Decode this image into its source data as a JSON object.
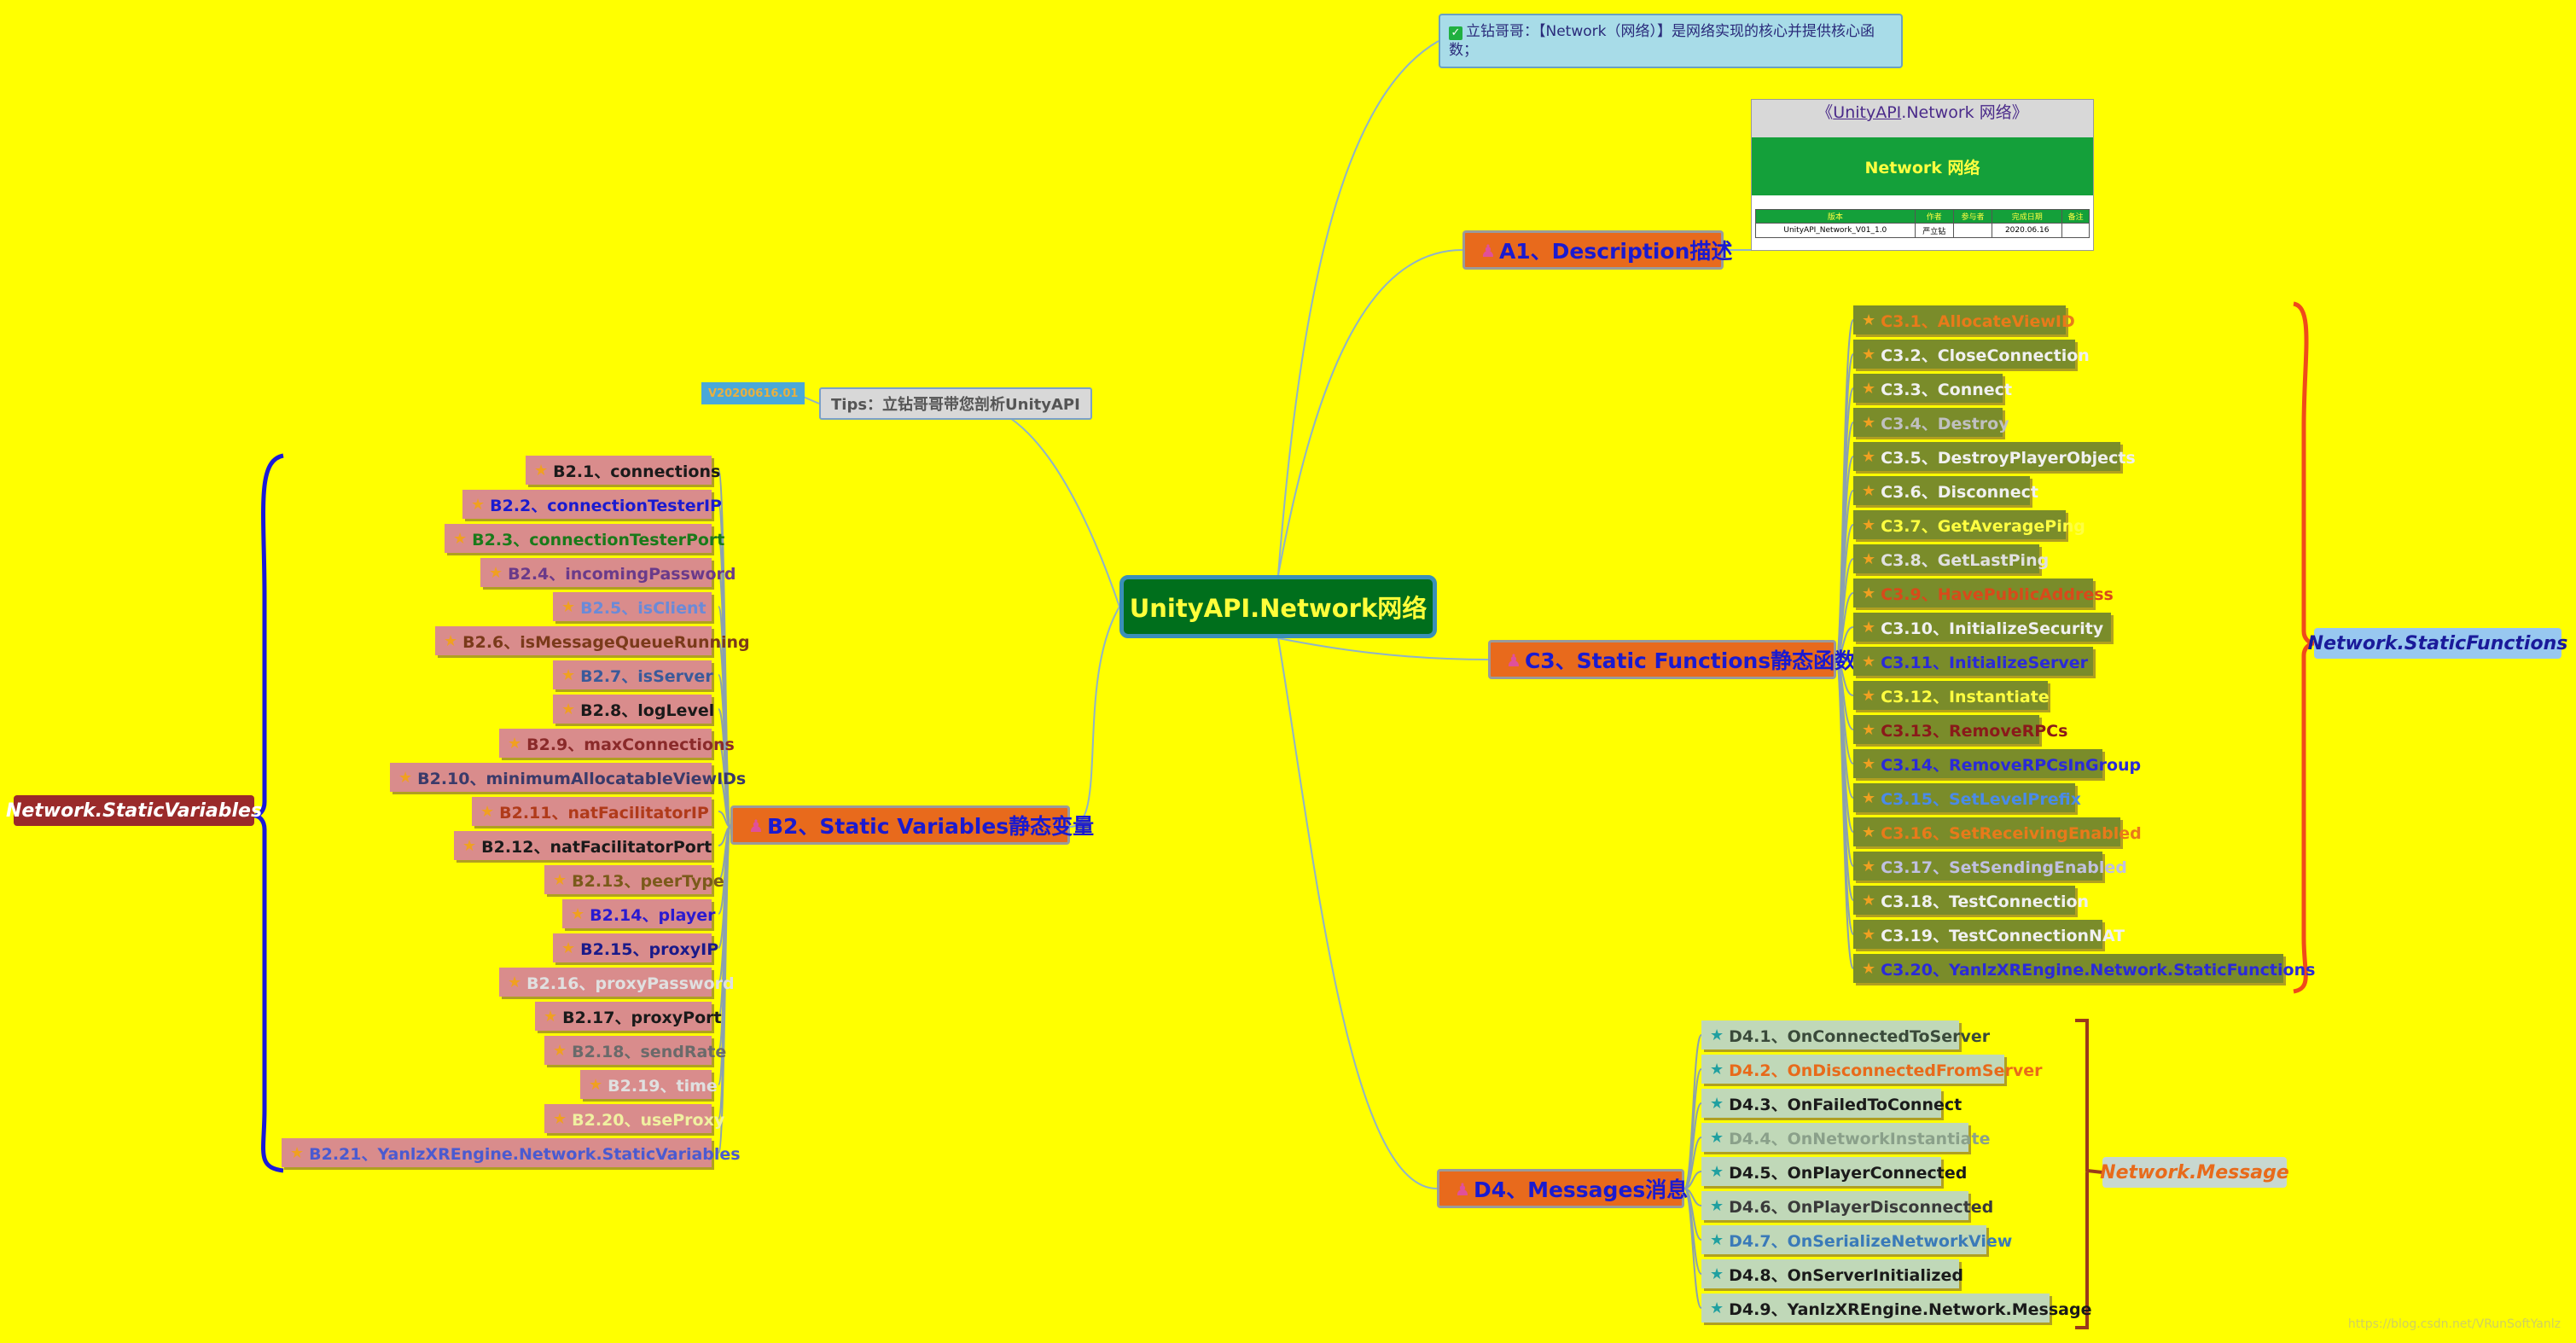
{
  "center": "UnityAPI.Network网络",
  "branches": {
    "a1": "A1、Description描述",
    "b2": "B2、Static Variables静态变量",
    "c3": "C3、Static Functions静态函数",
    "d4": "D4、Messages消息"
  },
  "note": "立钻哥哥：【Network（网络）】是网络实现的核心并提供核心函数；",
  "doc": {
    "title_link": "UnityAPI",
    "title_rest": ".Network 网络》",
    "title_open": "《",
    "band": "Network 网络",
    "table_headers": [
      "版本",
      "作者",
      "参与者",
      "完成日期",
      "备注"
    ],
    "table_row": [
      "UnityAPI_Network_V01_1.0",
      "严立钻",
      "",
      "2020.06.16",
      ""
    ]
  },
  "tips": "Tips：立钻哥哥带您剖析UnityAPI",
  "version": "V20200616.01",
  "b2_items": [
    {
      "text": "B2.1、connections",
      "color": "#1a1a1a"
    },
    {
      "text": "B2.2、connectionTesterIP",
      "color": "#1a1ad0"
    },
    {
      "text": "B2.3、connectionTesterPort",
      "color": "#1a7a1a"
    },
    {
      "text": "B2.4、incomingPassword",
      "color": "#6a3a8a"
    },
    {
      "text": "B2.5、isClient",
      "color": "#6a8ad8"
    },
    {
      "text": "B2.6、isMessageQueueRunning",
      "color": "#7a3a1a"
    },
    {
      "text": "B2.7、isServer",
      "color": "#3a5a9a"
    },
    {
      "text": "B2.8、logLevel",
      "color": "#1a1a1a"
    },
    {
      "text": "B2.9、maxConnections",
      "color": "#8a2a2a"
    },
    {
      "text": "B2.10、minimumAllocatableViewIDs",
      "color": "#3a3a6a"
    },
    {
      "text": "B2.11、natFacilitatorIP",
      "color": "#b03a1a"
    },
    {
      "text": "B2.12、natFacilitatorPort",
      "color": "#1a1a1a"
    },
    {
      "text": "B2.13、peerType",
      "color": "#7a5a1a"
    },
    {
      "text": "B2.14、player",
      "color": "#2a1ad0"
    },
    {
      "text": "B2.15、proxyIP",
      "color": "#1a1a8a"
    },
    {
      "text": "B2.16、proxyPassword",
      "color": "#e0e0e0"
    },
    {
      "text": "B2.17、proxyPort",
      "color": "#1a1a1a"
    },
    {
      "text": "B2.18、sendRate",
      "color": "#6a6a6a"
    },
    {
      "text": "B2.19、time",
      "color": "#e0e0e0"
    },
    {
      "text": "B2.20、useProxy",
      "color": "#f0f0a0"
    },
    {
      "text": "B2.21、YanlzXREngine.Network.StaticVariables",
      "color": "#4a5ad0"
    }
  ],
  "c3_items": [
    {
      "text": "C3.1、AllocateViewID",
      "color": "#e87a1a"
    },
    {
      "text": "C3.2、CloseConnection",
      "color": "#f0f0f0"
    },
    {
      "text": "C3.3、Connect",
      "color": "#f0f0f0"
    },
    {
      "text": "C3.4、Destroy",
      "color": "#c0c0c0"
    },
    {
      "text": "C3.5、DestroyPlayerObjects",
      "color": "#f0f0f0"
    },
    {
      "text": "C3.6、Disconnect",
      "color": "#f0f0f0"
    },
    {
      "text": "C3.7、GetAveragePing",
      "color": "#ffff40"
    },
    {
      "text": "C3.8、GetLastPing",
      "color": "#e0e0e0"
    },
    {
      "text": "C3.9、HavePublicAddress",
      "color": "#d84a1a"
    },
    {
      "text": "C3.10、InitializeSecurity",
      "color": "#f0f0f0"
    },
    {
      "text": "C3.11、InitializeServer",
      "color": "#2a2ad8"
    },
    {
      "text": "C3.12、Instantiate",
      "color": "#ffff40"
    },
    {
      "text": "C3.13、RemoveRPCs",
      "color": "#8a1a1a"
    },
    {
      "text": "C3.14、RemoveRPCsInGroup",
      "color": "#2a2ad8"
    },
    {
      "text": "C3.15、SetLevelPrefix",
      "color": "#4a8ae8"
    },
    {
      "text": "C3.16、SetReceivingEnabled",
      "color": "#e87a1a"
    },
    {
      "text": "C3.17、SetSendingEnabled",
      "color": "#c0c0e0"
    },
    {
      "text": "C3.18、TestConnection",
      "color": "#f0f0f0"
    },
    {
      "text": "C3.19、TestConnectionNAT",
      "color": "#f0f0f0"
    },
    {
      "text": "C3.20、YanlzXREngine.Network.StaticFunctions",
      "color": "#2a2ad8"
    }
  ],
  "d4_items": [
    {
      "text": "D4.1、OnConnectedToServer",
      "color": "#3a4a3a"
    },
    {
      "text": "D4.2、OnDisconnectedFromServer",
      "color": "#e86a1a"
    },
    {
      "text": "D4.3、OnFailedToConnect",
      "color": "#1a1a1a"
    },
    {
      "text": "D4.4、OnNetworkInstantiate",
      "color": "#8aa08a"
    },
    {
      "text": "D4.5、OnPlayerConnected",
      "color": "#1a1a1a"
    },
    {
      "text": "D4.6、OnPlayerDisconnected",
      "color": "#3a3a3a"
    },
    {
      "text": "D4.7、OnSerializeNetworkView",
      "color": "#3a7ab8"
    },
    {
      "text": "D4.8、OnServerInitialized",
      "color": "#1a1a1a"
    },
    {
      "text": "D4.9、YanlzXREngine.Network.Message",
      "color": "#1a1a1a"
    }
  ],
  "labels": {
    "left": "Network.StaticVariables",
    "right1": "Network.StaticFunctions",
    "right2": "Network.Message"
  },
  "watermark": "https://blog.csdn.net/VRunSoftYanlz"
}
